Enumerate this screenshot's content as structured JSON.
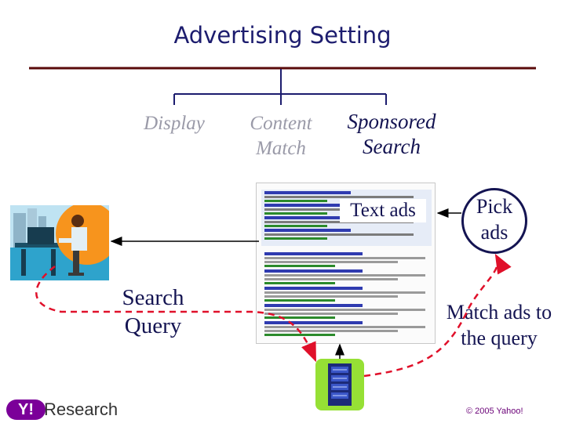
{
  "title": "Advertising Setting",
  "branches": {
    "display": "Display",
    "content_match_1": "Content",
    "content_match_2": "Match",
    "sponsored_1": "Sponsored",
    "sponsored_2": "Search"
  },
  "labels": {
    "text_ads": "Text ads",
    "pick_ads_1": "Pick",
    "pick_ads_2": "ads",
    "search_query_1": "Search",
    "search_query_2": "Query",
    "match_ads_1": "Match ads to",
    "match_ads_2": "the query"
  },
  "footer": {
    "logo_mark": "Y!",
    "logo_text": "Research",
    "copyright": "© 2005 Yahoo!"
  },
  "colors": {
    "title": "#1c1c6e",
    "tree_line": "#1c1c6e",
    "hr_line": "#5a0a0a",
    "arrow_red": "#e0102a",
    "display_gray": "#9a9aa8",
    "logo_purple": "#7b0099"
  },
  "icons": {
    "user": "person-at-computer-icon",
    "server": "server-icon"
  }
}
